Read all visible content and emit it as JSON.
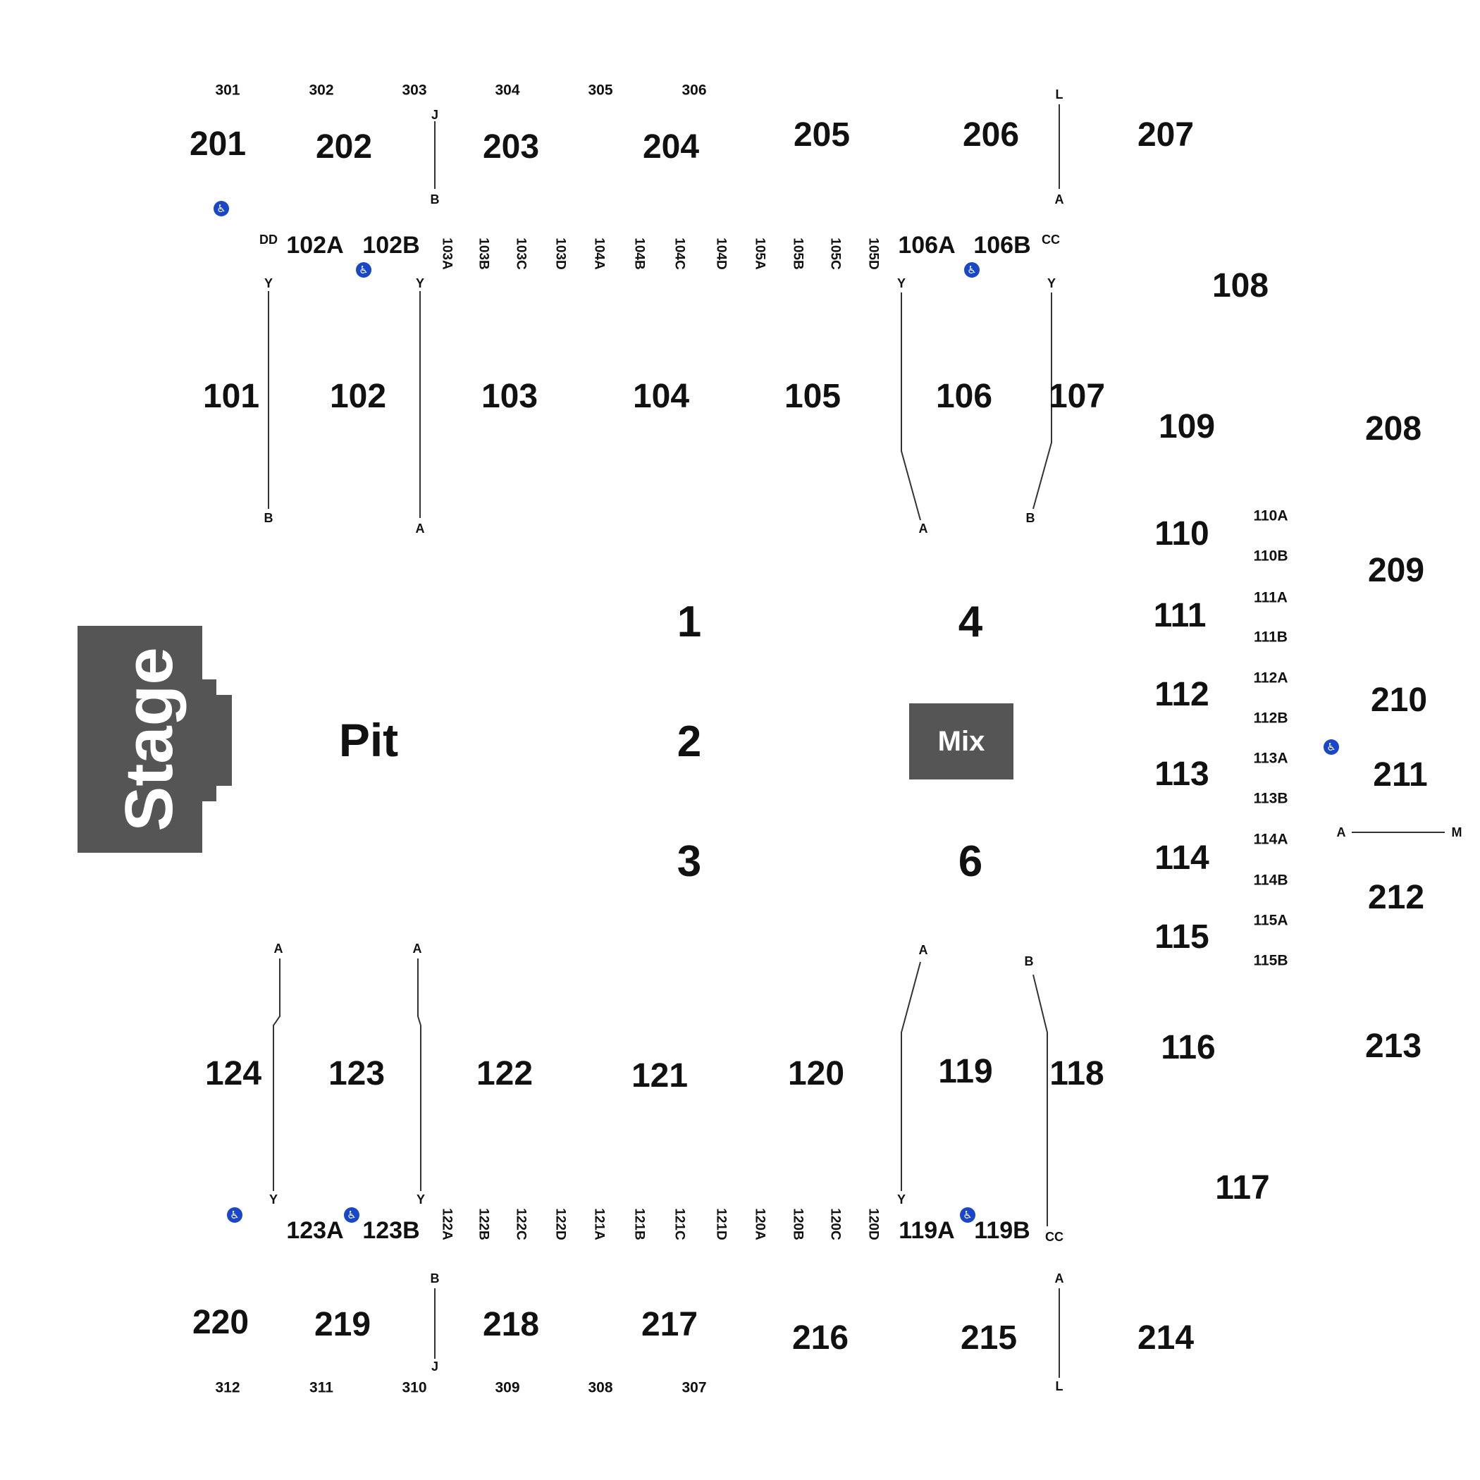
{
  "stage": {
    "label": "Stage",
    "color": "#555555"
  },
  "mix": {
    "label": "Mix",
    "color": "#555555"
  },
  "pit": {
    "label": "Pit"
  },
  "floor_zones": [
    "1",
    "2",
    "3",
    "4",
    "6"
  ],
  "accessible_icon": {
    "icon": "wheelchair-icon",
    "color": "#1a46c8"
  },
  "sections_100": [
    "101",
    "102",
    "103",
    "104",
    "105",
    "106",
    "107",
    "108",
    "109",
    "110",
    "111",
    "112",
    "113",
    "114",
    "115",
    "116",
    "117",
    "118",
    "119",
    "120",
    "121",
    "122",
    "123",
    "124"
  ],
  "sections_200": [
    "201",
    "202",
    "203",
    "204",
    "205",
    "206",
    "207",
    "208",
    "209",
    "210",
    "211",
    "212",
    "213",
    "214",
    "215",
    "216",
    "217",
    "218",
    "219",
    "220"
  ],
  "sections_300": [
    "301",
    "302",
    "303",
    "304",
    "305",
    "306",
    "307",
    "308",
    "309",
    "310",
    "311",
    "312"
  ],
  "top_sub_sections": [
    "102A",
    "102B",
    "103A",
    "103B",
    "103C",
    "103D",
    "104A",
    "104B",
    "104C",
    "104D",
    "105A",
    "105B",
    "105C",
    "105D",
    "106A",
    "106B"
  ],
  "bottom_sub_sections": [
    "123A",
    "123B",
    "122A",
    "122B",
    "122C",
    "122D",
    "121A",
    "121B",
    "121C",
    "121D",
    "120A",
    "120B",
    "120C",
    "120D",
    "119A",
    "119B"
  ],
  "side_sub_sections": [
    "110A",
    "110B",
    "111A",
    "111B",
    "112A",
    "112B",
    "113A",
    "113B",
    "114A",
    "114B",
    "115A",
    "115B"
  ],
  "row_markers": {
    "J": "J",
    "B": "B",
    "L": "L",
    "A": "A",
    "DD": "DD",
    "CC": "CC",
    "Y": "Y",
    "M": "M"
  }
}
